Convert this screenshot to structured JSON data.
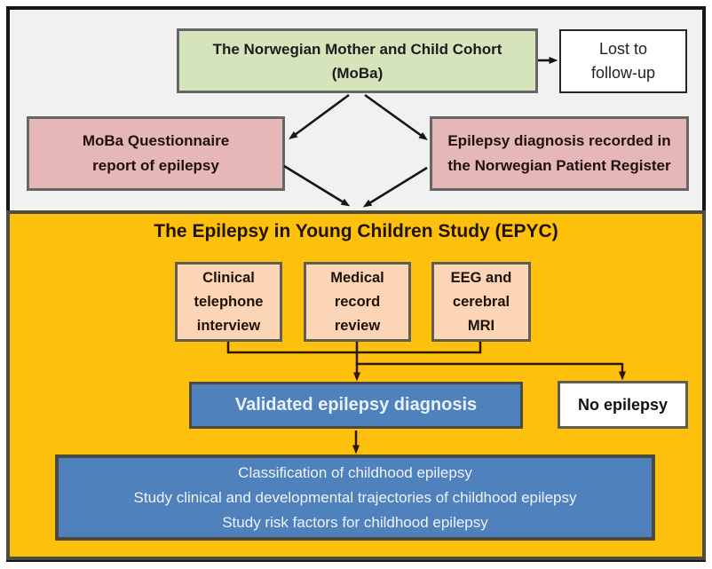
{
  "colors": {
    "top_background": "#f1f1f1",
    "epyc_background": "#fdc00d",
    "moba_green": "#d6e4bc",
    "pink": "#e5b8b7",
    "peach": "#fbd5b5",
    "blue": "#4f81bd",
    "outer_border": "#161616",
    "epyc_border": "#4d4d40",
    "top_arrow": "#161616",
    "epyc_line": "#2e1505"
  },
  "top_section": {
    "moba_box": {
      "line1": "The Norwegian Mother and Child Cohort",
      "line2": "(MoBa)"
    },
    "lost_to_followup_box": {
      "line1": "Lost to",
      "line2": "follow-up"
    },
    "questionnaire_box": {
      "line1": "MoBa Questionnaire",
      "line2": "report of epilepsy"
    },
    "patient_register_box": {
      "line1": "Epilepsy diagnosis recorded in",
      "line2": "the Norwegian Patient Register"
    }
  },
  "epyc_section": {
    "title": "The Epilepsy in Young Children Study (EPYC)",
    "telephone_interview_box": {
      "line1": "Clinical",
      "line2": "telephone",
      "line3": "interview"
    },
    "medical_record_box": {
      "line1": "Medical",
      "line2": "record",
      "line3": "review"
    },
    "eeg_mri_box": {
      "line1": "EEG and",
      "line2": "cerebral",
      "line3": "MRI"
    },
    "validated_diagnosis_box": {
      "label": "Validated epilepsy diagnosis"
    },
    "no_epilepsy_box": {
      "label": "No epilepsy"
    },
    "study_aims_box": {
      "line1": "Classification of childhood epilepsy",
      "line2": "Study clinical and developmental trajectories of childhood epilepsy",
      "line3": "Study risk factors for childhood epilepsy"
    }
  }
}
